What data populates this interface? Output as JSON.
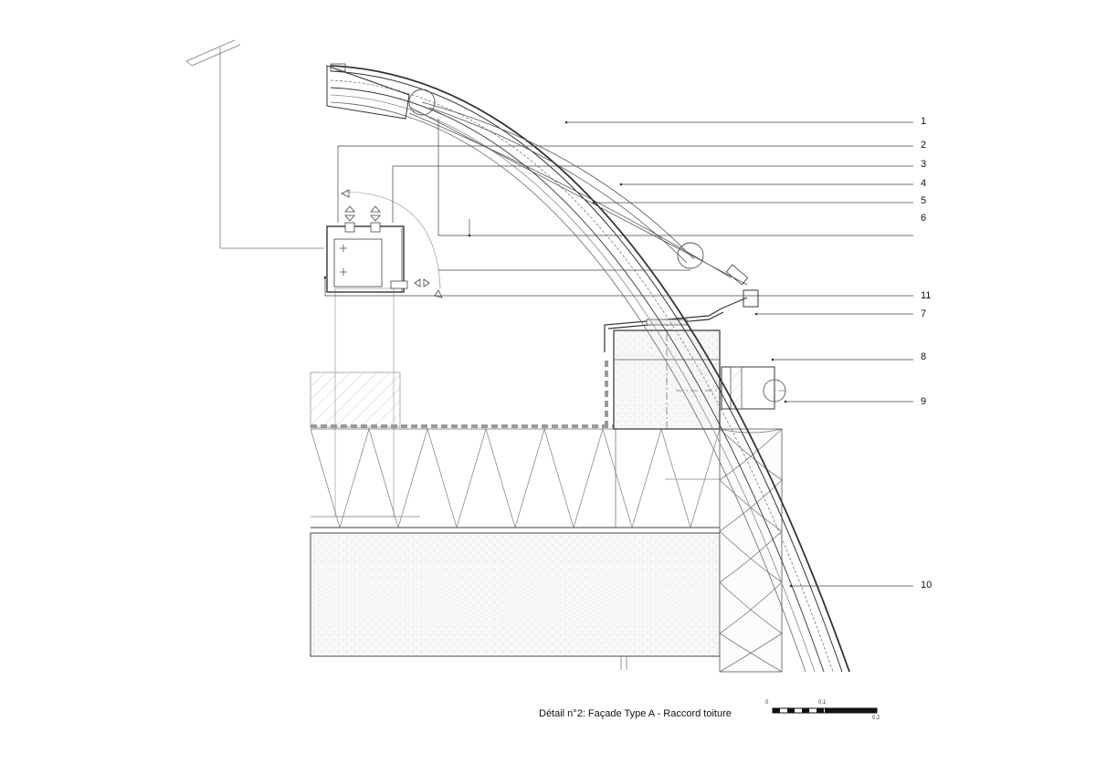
{
  "drawing": {
    "caption": "Détail n°2:  Façade Type A - Raccord toiture",
    "callouts": [
      "1",
      "2",
      "3",
      "4",
      "5",
      "6",
      "7",
      "8",
      "9",
      "10",
      "11"
    ]
  },
  "scale_bar": {
    "labels": [
      "0",
      "0.1",
      "0.2"
    ]
  },
  "colors": {
    "ink": "#222222",
    "fill_gray": "#999999",
    "concrete": "#f4f4f4",
    "insulation": "#fbfbfb"
  }
}
